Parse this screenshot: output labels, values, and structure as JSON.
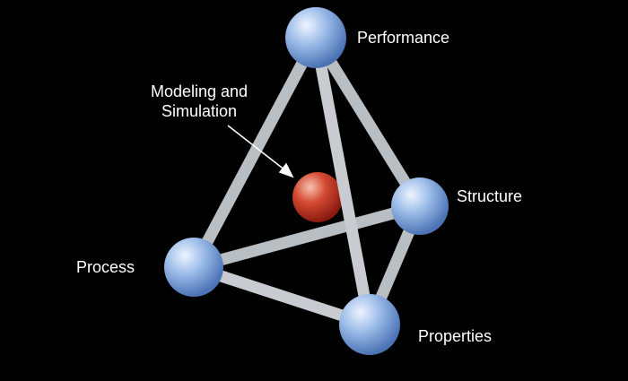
{
  "nodes": {
    "performance": "Performance",
    "structure": "Structure",
    "process": "Process",
    "properties": "Properties"
  },
  "center": {
    "line1": "Modeling and",
    "line2": "Simulation"
  },
  "colors": {
    "node": "#8fb3e8",
    "center": "#c0392b",
    "rod": "#c8ccd0",
    "background": "#000000"
  }
}
